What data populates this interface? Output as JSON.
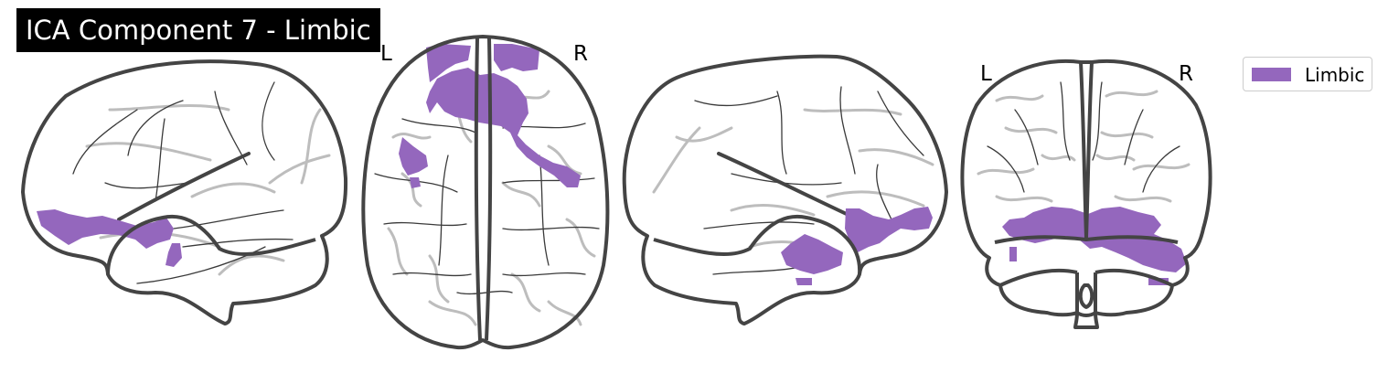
{
  "title": "ICA Component 7 - Limbic",
  "orientation": {
    "axial_left": "L",
    "axial_right": "R",
    "coronal_left": "L",
    "coronal_right": "R"
  },
  "legend": {
    "label": "Limbic",
    "color": "#9467bd"
  },
  "colors": {
    "blob": "#9467bd",
    "outline": "#444444",
    "gyrus": "#bdbdbd",
    "background": "#ffffff"
  }
}
